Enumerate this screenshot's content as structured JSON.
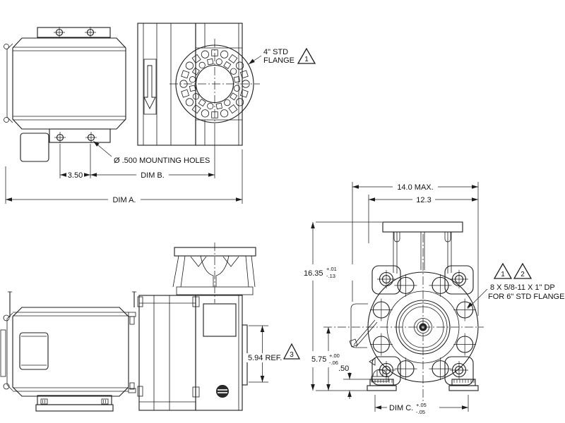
{
  "drawing": {
    "background": "#ffffff",
    "line_color": "#1c1c1c",
    "top_view": {
      "flange_note_line1": "4\" STD",
      "flange_note_line2": "FLANGE",
      "flange_flag": "1",
      "mounting_holes_note": "Ø .500 MOUNTING HOLES",
      "dim_spacing": "3.50",
      "dim_b": "DIM B.",
      "dim_a": "DIM A."
    },
    "side_view": {
      "dim_ref": "5.94 REF.",
      "ref_flag": "3"
    },
    "front_view": {
      "dim_overall_width": "14.0 MAX.",
      "dim_flange_width": "12.3",
      "dim_height": "16.35",
      "dim_height_tol_plus": "+.01",
      "dim_height_tol_minus": "-.13",
      "dim_center_height": "5.75",
      "dim_center_tol_plus": "+.00",
      "dim_center_tol_minus": "-.06",
      "dim_foot": ".50",
      "dim_c": "DIM C.",
      "dim_c_tol_plus": "+.05",
      "dim_c_tol_minus": "-.05",
      "bolt_note_line1": "8 X 5/8-11 X 1\" DP",
      "bolt_note_line2": "FOR 6\" STD FLANGE",
      "bolt_note_flags": [
        "1",
        "2"
      ]
    }
  }
}
